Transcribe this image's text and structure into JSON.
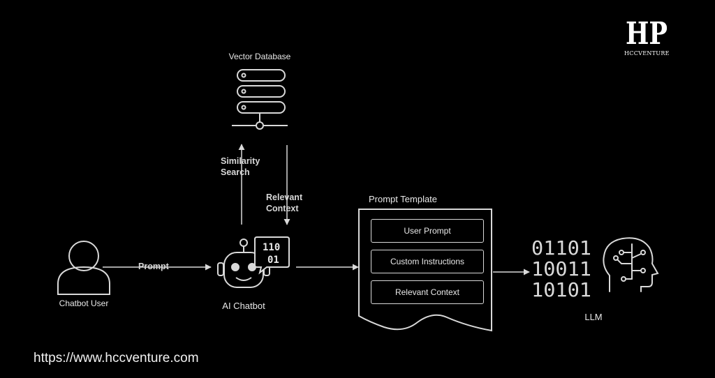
{
  "nodes": {
    "vector_db": "Vector Database",
    "chatbot_user": "Chatbot User",
    "ai_chatbot": "AI Chatbot",
    "prompt_template": "Prompt Template",
    "llm": "LLM"
  },
  "edges": {
    "prompt": "Prompt",
    "similarity_search": [
      "Similarity",
      "Search"
    ],
    "relevant_context": [
      "Relevant",
      "Context"
    ]
  },
  "template_items": [
    "User Prompt",
    "Custom Instructions",
    "Relevant Context"
  ],
  "binary_rows": [
    "01101",
    "10011",
    "10101"
  ],
  "chatbot_screen": [
    "110",
    "01"
  ],
  "logo": {
    "letters": "HP",
    "name": "HCCVENTURE"
  },
  "footer": {
    "url": "https://www.hccventure.com"
  },
  "colors": {
    "background": "#000000",
    "stroke": "#d9d9d9",
    "text": "#e8e8e8"
  }
}
